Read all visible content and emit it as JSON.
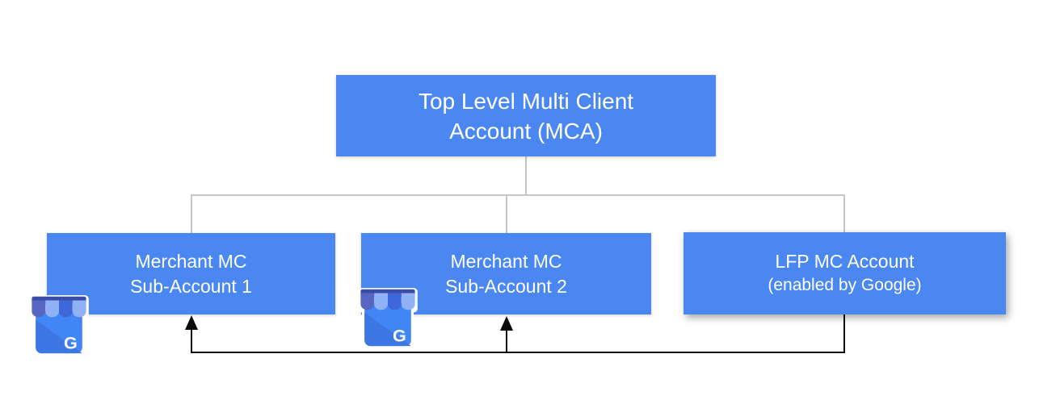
{
  "diagram": {
    "root_node": {
      "line1": "Top Level Multi Client",
      "line2": "Account (MCA)"
    },
    "child_nodes": [
      {
        "line1": "Merchant MC",
        "line2": "Sub-Account 1"
      },
      {
        "line1": "Merchant MC",
        "line2": "Sub-Account 2"
      },
      {
        "line1": "LFP MC Account",
        "line2": "(enabled by Google)"
      }
    ],
    "icon": {
      "semantic": "google-business-profile-storefront",
      "letter": "G"
    },
    "colors": {
      "node_blue": "#4B87F0",
      "connector_gray": "#C6C6C6",
      "arrow_black": "#0A0A0A",
      "node_text": "#FFFFFF",
      "icon_body": "#4285F4",
      "icon_fold": "#3D77E3",
      "icon_awning_bar": "#3A4CA8",
      "icon_scallop_indigo": "#5866C2",
      "icon_scallop_light": "#90B2F4",
      "icon_scallop_blue": "#3E68DA"
    }
  }
}
